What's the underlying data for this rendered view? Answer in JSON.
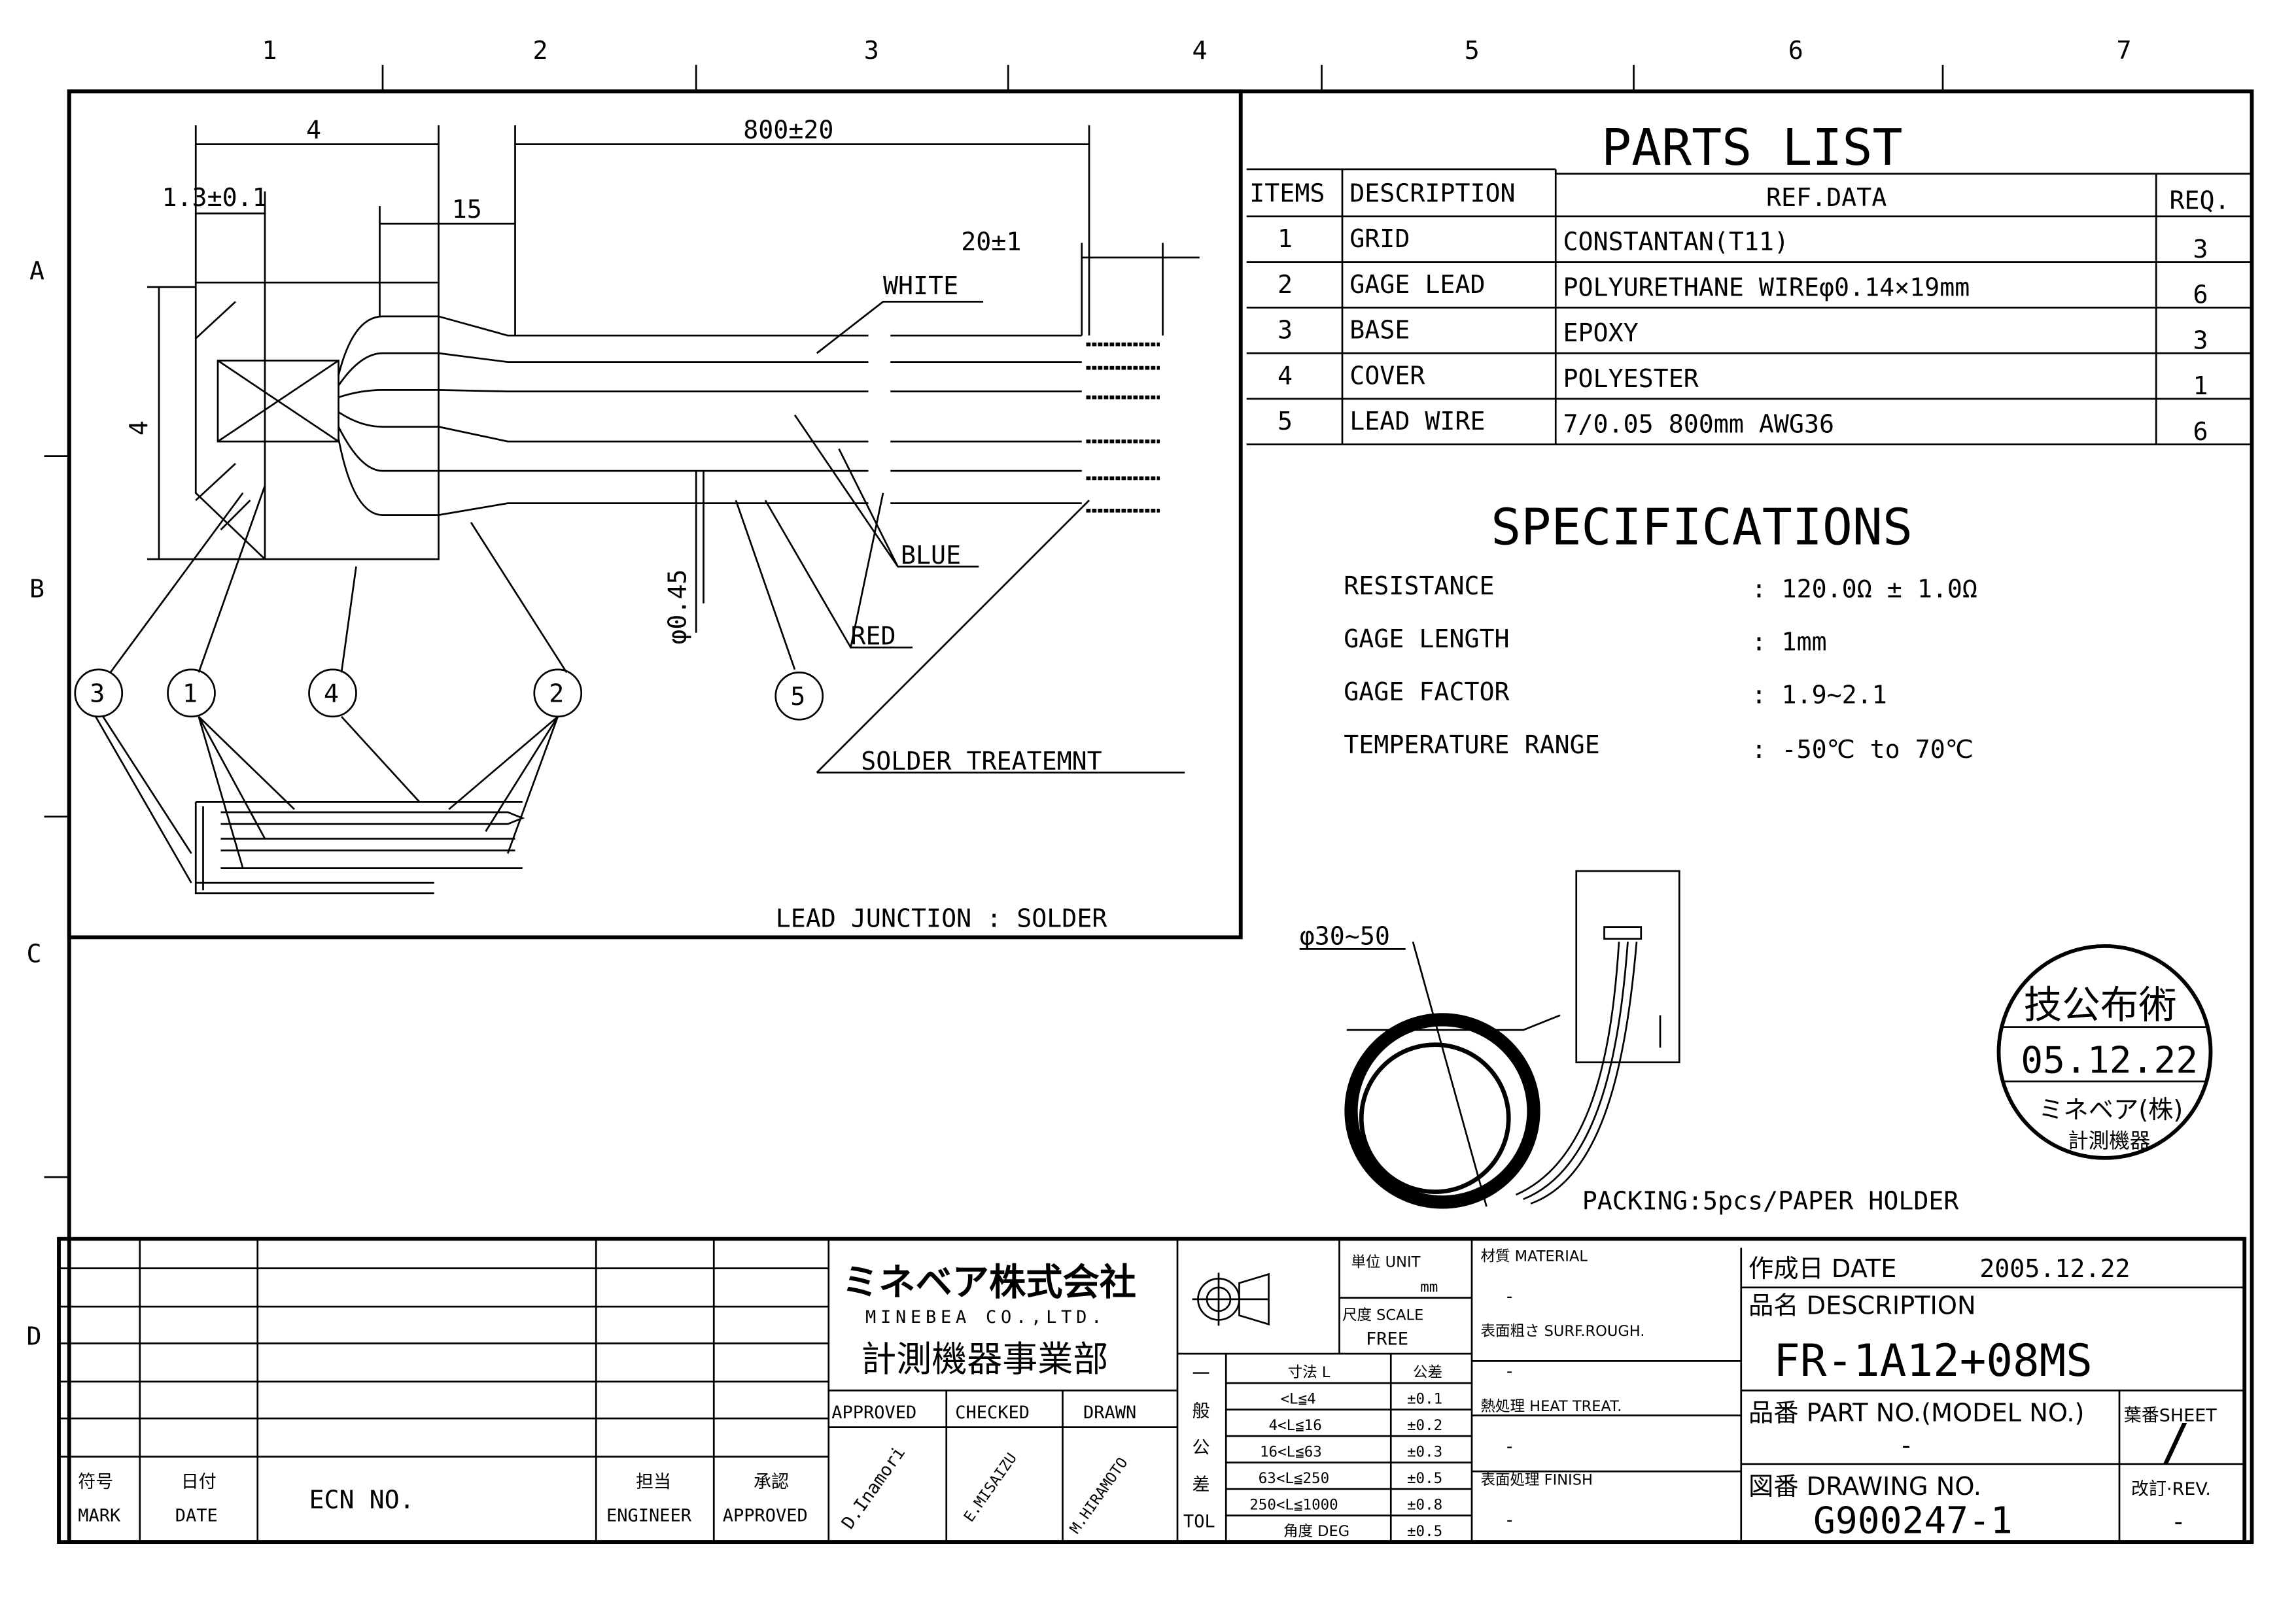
{
  "zones": {
    "cols": [
      "1",
      "2",
      "3",
      "4",
      "5",
      "6",
      "7"
    ],
    "rows": [
      "A",
      "B",
      "C",
      "D"
    ]
  },
  "dimensions": {
    "width": "4",
    "pitch": "1.3±0.1",
    "offset": "15",
    "lead_length": "800±20",
    "strip": "20±1",
    "height": "4",
    "wire_dia": "φ0.45",
    "coil_dia": "φ30~50"
  },
  "wire_labels": {
    "white": "WHITE",
    "blue": "BLUE",
    "red": "RED",
    "solder": "SOLDER TREATEMNT"
  },
  "callouts": [
    "3",
    "1",
    "4",
    "2",
    "5"
  ],
  "lead_junction": "LEAD JUNCTION : SOLDER",
  "parts_list": {
    "title": "PARTS LIST",
    "headers": [
      "ITEMS",
      "DESCRIPTION",
      "REF.DATA",
      "REQ."
    ],
    "rows": [
      {
        "item": "1",
        "desc": "GRID",
        "ref": "CONSTANTAN(T11)",
        "req": "3"
      },
      {
        "item": "2",
        "desc": "GAGE LEAD",
        "ref": "POLYURETHANE WIREφ0.14×19mm",
        "req": "6"
      },
      {
        "item": "3",
        "desc": "BASE",
        "ref": "EPOXY",
        "req": "3"
      },
      {
        "item": "4",
        "desc": "COVER",
        "ref": "POLYESTER",
        "req": "1"
      },
      {
        "item": "5",
        "desc": "LEAD WIRE",
        "ref": "7/0.05 800mm AWG36",
        "req": "6"
      }
    ]
  },
  "specifications": {
    "title": "SPECIFICATIONS",
    "rows": [
      {
        "label": "RESISTANCE",
        "value": ": 120.0Ω ± 1.0Ω"
      },
      {
        "label": "GAGE LENGTH",
        "value": ": 1mm"
      },
      {
        "label": "GAGE FACTOR",
        "value": ": 1.9~2.1"
      },
      {
        "label": "TEMPERATURE RANGE",
        "value": ": -50℃ to 70℃"
      }
    ]
  },
  "packing": "PACKING:5pcs/PAPER HOLDER",
  "stamp": {
    "top": "技公布術",
    "date": "05.12.22",
    "company": "ミネベア(株)",
    "dept": "計測機器"
  },
  "title_block": {
    "revision_headers": [
      {
        "jp": "符号",
        "en": "MARK"
      },
      {
        "jp": "日付",
        "en": "DATE"
      },
      {
        "jp": "",
        "en": "ECN NO."
      },
      {
        "jp": "担当",
        "en": "ENGINEER"
      },
      {
        "jp": "承認",
        "en": "APPROVED"
      }
    ],
    "company_jp": "ミネベア株式会社",
    "company_en": "MINEBEA CO.,LTD.",
    "division": "計測機器事業部",
    "approval_headers": [
      "APPROVED",
      "CHECKED",
      "DRAWN"
    ],
    "signatures": [
      "D.Inamori",
      "E.MISAIZU",
      "M.HIRAMOTO"
    ],
    "unit_label": "単位 UNIT",
    "unit": "mm",
    "scale_label": "尺度 SCALE",
    "scale": "FREE",
    "tol_side": [
      "一",
      "般",
      "公",
      "差",
      "TOL"
    ],
    "tol_headers": [
      "寸法 L",
      "公差"
    ],
    "tolerances": [
      {
        "range": "<L≦4",
        "tol": "±0.1"
      },
      {
        "range": "4<L≦16",
        "tol": "±0.2"
      },
      {
        "range": "16<L≦63",
        "tol": "±0.3"
      },
      {
        "range": "63<L≦250",
        "tol": "±0.5"
      },
      {
        "range": "250<L≦1000",
        "tol": "±0.8"
      },
      {
        "range": "角度 DEG",
        "tol": "±0.5"
      }
    ],
    "material": {
      "label": "材質 MATERIAL",
      "value": "-"
    },
    "surf": {
      "label": "表面粗さ SURF.ROUGH.",
      "value": "-"
    },
    "heat": {
      "label": "熱処理 HEAT TREAT.",
      "value": "-"
    },
    "finish": {
      "label": "表面処理 FINISH",
      "value": "-"
    },
    "date_label": "作成日 DATE",
    "date": "2005.12.22",
    "desc_label": "品名 DESCRIPTION",
    "description": "FR-1A12+08MS",
    "partno_label": "品番 PART NO.(MODEL NO.)",
    "partno": "-",
    "sheet_label": "葉番SHEET",
    "sheet": "/",
    "drawing_label": "図番 DRAWING NO.",
    "drawing_no": "G900247-1",
    "rev_label": "改訂·REV.",
    "rev": "-"
  }
}
